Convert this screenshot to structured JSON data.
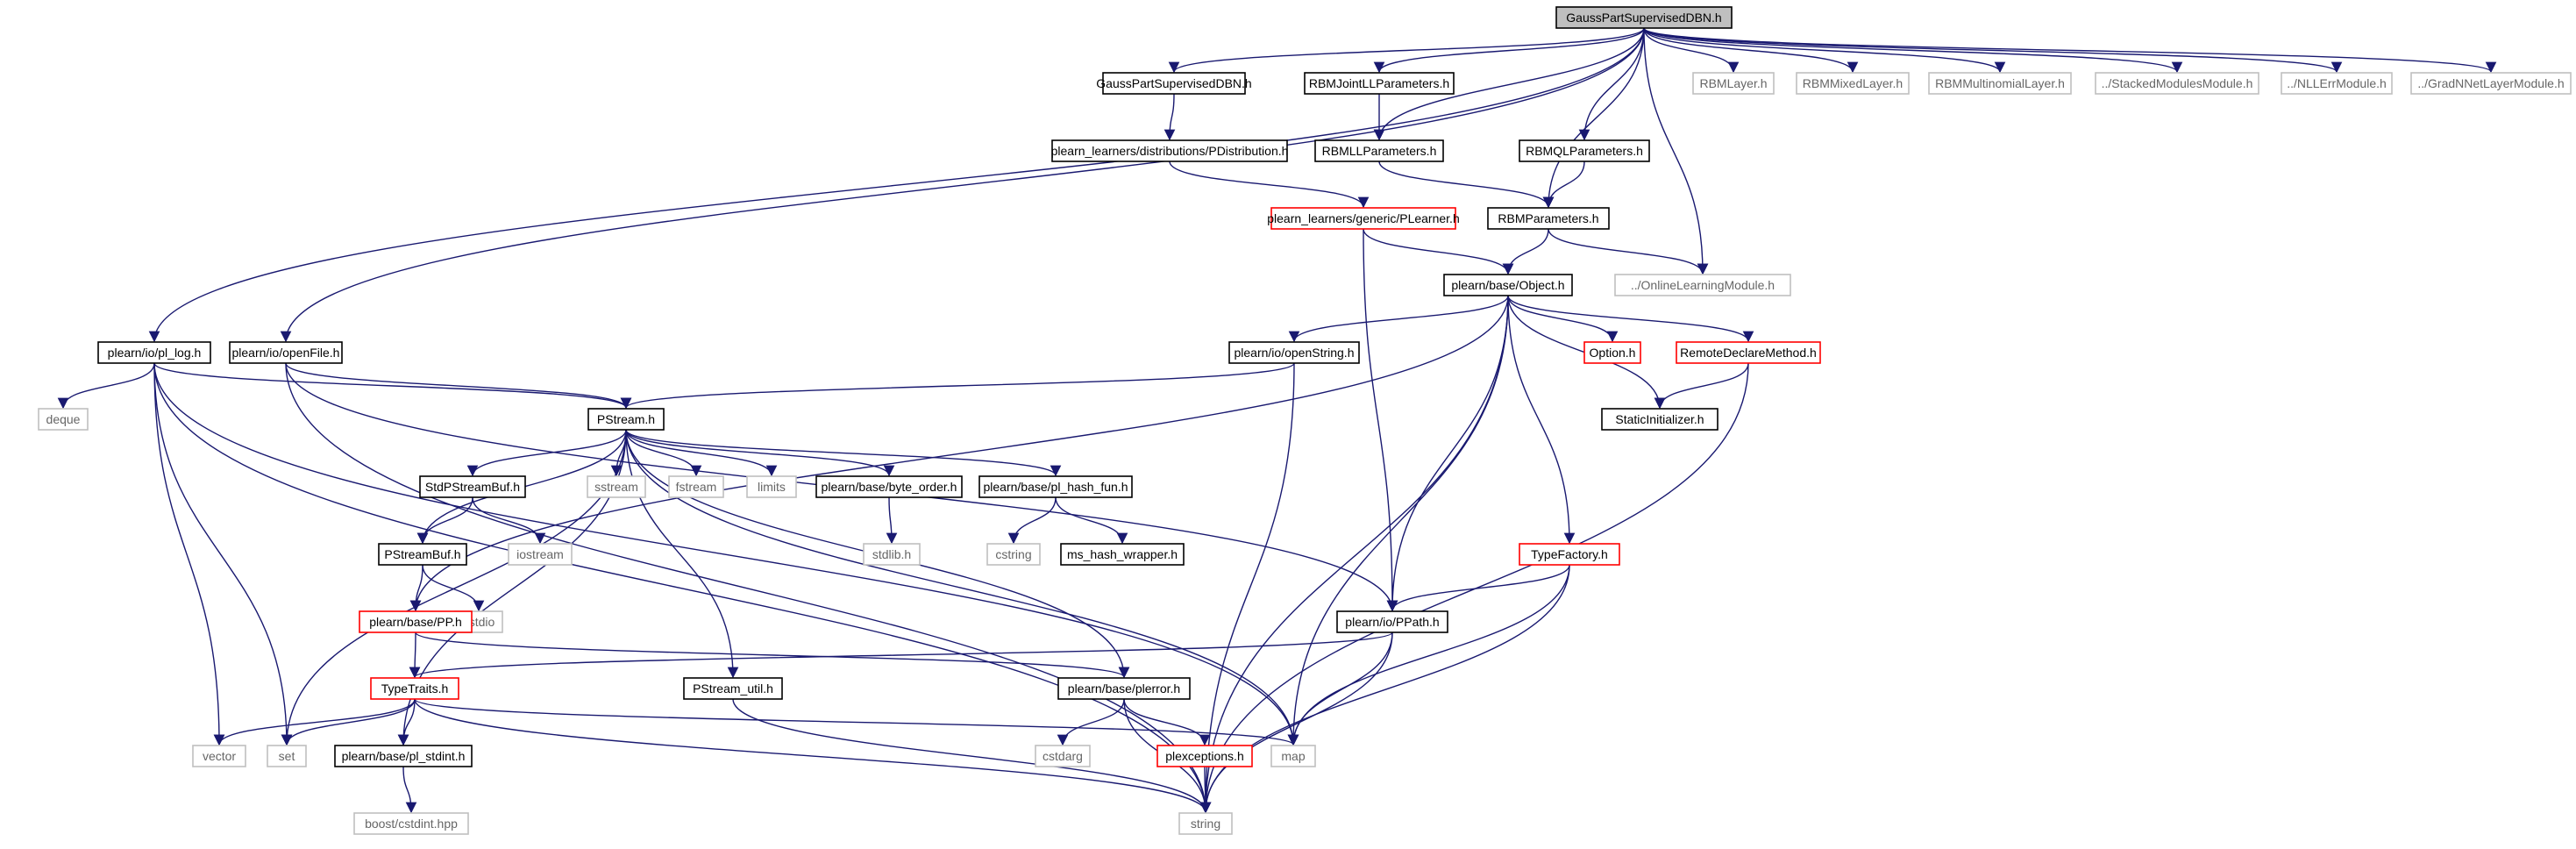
{
  "graph": {
    "nodes": [
      {
        "id": "root",
        "label": "GaussPartSupervisedDBN.h"
      },
      {
        "id": "GaussPartSupervisedDBN_h",
        "label": "GaussPartSupervisedDBN.h"
      },
      {
        "id": "RBMJointLLParameters_h",
        "label": "RBMJointLLParameters.h"
      },
      {
        "id": "RBMLayer_h",
        "label": "RBMLayer.h"
      },
      {
        "id": "RBMMixedLayer_h",
        "label": "RBMMixedLayer.h"
      },
      {
        "id": "RBMMultinomialLayer_h",
        "label": "RBMMultinomialLayer.h"
      },
      {
        "id": "StackedModulesModule_h",
        "label": "../StackedModulesModule.h"
      },
      {
        "id": "NLLErrModule_h",
        "label": "../NLLErrModule.h"
      },
      {
        "id": "GradNNetLayerModule_h",
        "label": "../GradNNetLayerModule.h"
      },
      {
        "id": "PDistribution_h",
        "label": "plearn_learners/distributions/PDistribution.h"
      },
      {
        "id": "RBMLLParameters_h",
        "label": "RBMLLParameters.h"
      },
      {
        "id": "RBMQLParameters_h",
        "label": "RBMQLParameters.h"
      },
      {
        "id": "PLearner_h",
        "label": "plearn_learners/generic/PLearner.h"
      },
      {
        "id": "RBMParameters_h",
        "label": "RBMParameters.h"
      },
      {
        "id": "OnlineLearningModule_h",
        "label": "../OnlineLearningModule.h"
      },
      {
        "id": "Object_h",
        "label": "plearn/base/Object.h"
      },
      {
        "id": "pl_log_h",
        "label": "plearn/io/pl_log.h"
      },
      {
        "id": "openFile_h",
        "label": "plearn/io/openFile.h"
      },
      {
        "id": "openString_h",
        "label": "plearn/io/openString.h"
      },
      {
        "id": "Option_h",
        "label": "Option.h"
      },
      {
        "id": "RemoteDeclareMethod_h",
        "label": "RemoteDeclareMethod.h"
      },
      {
        "id": "deque",
        "label": "deque"
      },
      {
        "id": "PStream_h",
        "label": "PStream.h"
      },
      {
        "id": "StaticInitializer_h",
        "label": "StaticInitializer.h"
      },
      {
        "id": "StdPStreamBuf_h",
        "label": "StdPStreamBuf.h"
      },
      {
        "id": "sstream",
        "label": "sstream"
      },
      {
        "id": "fstream",
        "label": "fstream"
      },
      {
        "id": "limits",
        "label": "limits"
      },
      {
        "id": "byte_order_h",
        "label": "plearn/base/byte_order.h"
      },
      {
        "id": "pl_hash_fun_h",
        "label": "plearn/base/pl_hash_fun.h"
      },
      {
        "id": "iostream",
        "label": "iostream"
      },
      {
        "id": "stdlib_h",
        "label": "stdlib.h"
      },
      {
        "id": "cstring",
        "label": "cstring"
      },
      {
        "id": "ms_hash_wrapper_h",
        "label": "ms_hash_wrapper.h"
      },
      {
        "id": "PStreamBuf_h",
        "label": "PStreamBuf.h"
      },
      {
        "id": "TypeFactory_h",
        "label": "TypeFactory.h"
      },
      {
        "id": "cstdio",
        "label": "cstdio"
      },
      {
        "id": "PP_h",
        "label": "plearn/base/PP.h"
      },
      {
        "id": "PPath_h",
        "label": "plearn/io/PPath.h"
      },
      {
        "id": "TypeTraits_h",
        "label": "TypeTraits.h"
      },
      {
        "id": "PStream_util_h",
        "label": "PStream_util.h"
      },
      {
        "id": "plerror_h",
        "label": "plearn/base/plerror.h"
      },
      {
        "id": "vector",
        "label": "vector"
      },
      {
        "id": "set",
        "label": "set"
      },
      {
        "id": "pl_stdint_h",
        "label": "plearn/base/pl_stdint.h"
      },
      {
        "id": "cstdarg",
        "label": "cstdarg"
      },
      {
        "id": "plexceptions_h",
        "label": "plexceptions.h"
      },
      {
        "id": "map",
        "label": "map"
      },
      {
        "id": "cstdint_hpp",
        "label": "boost/cstdint.hpp"
      },
      {
        "id": "string",
        "label": "string"
      }
    ],
    "edges": [
      [
        "root",
        "GaussPartSupervisedDBN_h"
      ],
      [
        "root",
        "RBMJointLLParameters_h"
      ],
      [
        "root",
        "RBMLayer_h"
      ],
      [
        "root",
        "RBMMixedLayer_h"
      ],
      [
        "root",
        "RBMMultinomialLayer_h"
      ],
      [
        "root",
        "StackedModulesModule_h"
      ],
      [
        "root",
        "NLLErrModule_h"
      ],
      [
        "root",
        "GradNNetLayerModule_h"
      ],
      [
        "root",
        "RBMLLParameters_h"
      ],
      [
        "root",
        "RBMQLParameters_h"
      ],
      [
        "root",
        "RBMParameters_h"
      ],
      [
        "root",
        "OnlineLearningModule_h"
      ],
      [
        "root",
        "pl_log_h"
      ],
      [
        "root",
        "openFile_h"
      ],
      [
        "GaussPartSupervisedDBN_h",
        "PDistribution_h"
      ],
      [
        "RBMJointLLParameters_h",
        "RBMLLParameters_h"
      ],
      [
        "PDistribution_h",
        "PLearner_h"
      ],
      [
        "RBMLLParameters_h",
        "RBMParameters_h"
      ],
      [
        "RBMQLParameters_h",
        "RBMParameters_h"
      ],
      [
        "PLearner_h",
        "Object_h"
      ],
      [
        "PLearner_h",
        "PPath_h"
      ],
      [
        "RBMParameters_h",
        "Object_h"
      ],
      [
        "RBMParameters_h",
        "OnlineLearningModule_h"
      ],
      [
        "Object_h",
        "openString_h"
      ],
      [
        "Object_h",
        "Option_h"
      ],
      [
        "Object_h",
        "RemoteDeclareMethod_h"
      ],
      [
        "Object_h",
        "StaticInitializer_h"
      ],
      [
        "Object_h",
        "TypeFactory_h"
      ],
      [
        "Object_h",
        "PPath_h"
      ],
      [
        "Object_h",
        "map"
      ],
      [
        "Object_h",
        "PP_h"
      ],
      [
        "Object_h",
        "string"
      ],
      [
        "RemoteDeclareMethod_h",
        "StaticInitializer_h"
      ],
      [
        "RemoteDeclareMethod_h",
        "string"
      ],
      [
        "pl_log_h",
        "deque"
      ],
      [
        "pl_log_h",
        "PStream_h"
      ],
      [
        "pl_log_h",
        "vector"
      ],
      [
        "pl_log_h",
        "set"
      ],
      [
        "pl_log_h",
        "map"
      ],
      [
        "pl_log_h",
        "string"
      ],
      [
        "openFile_h",
        "PStream_h"
      ],
      [
        "openFile_h",
        "PPath_h"
      ],
      [
        "openFile_h",
        "string"
      ],
      [
        "openString_h",
        "PStream_h"
      ],
      [
        "openString_h",
        "string"
      ],
      [
        "PStream_h",
        "StdPStreamBuf_h"
      ],
      [
        "PStream_h",
        "sstream"
      ],
      [
        "PStream_h",
        "fstream"
      ],
      [
        "PStream_h",
        "limits"
      ],
      [
        "PStream_h",
        "byte_order_h"
      ],
      [
        "PStream_h",
        "pl_hash_fun_h"
      ],
      [
        "PStream_h",
        "PStreamBuf_h"
      ],
      [
        "PStream_h",
        "PStream_util_h"
      ],
      [
        "PStream_h",
        "plerror_h"
      ],
      [
        "PStream_h",
        "set"
      ],
      [
        "PStream_h",
        "pl_stdint_h"
      ],
      [
        "PStream_h",
        "map"
      ],
      [
        "StdPStreamBuf_h",
        "PStreamBuf_h"
      ],
      [
        "StdPStreamBuf_h",
        "iostream"
      ],
      [
        "byte_order_h",
        "stdlib_h"
      ],
      [
        "pl_hash_fun_h",
        "cstring"
      ],
      [
        "pl_hash_fun_h",
        "ms_hash_wrapper_h"
      ],
      [
        "PStreamBuf_h",
        "PP_h"
      ],
      [
        "PStreamBuf_h",
        "cstdio"
      ],
      [
        "PP_h",
        "TypeTraits_h"
      ],
      [
        "PP_h",
        "plerror_h"
      ],
      [
        "TypeFactory_h",
        "PPath_h"
      ],
      [
        "TypeFactory_h",
        "map"
      ],
      [
        "TypeFactory_h",
        "string"
      ],
      [
        "PPath_h",
        "TypeTraits_h"
      ],
      [
        "PPath_h",
        "map"
      ],
      [
        "PPath_h",
        "string"
      ],
      [
        "TypeTraits_h",
        "vector"
      ],
      [
        "TypeTraits_h",
        "set"
      ],
      [
        "TypeTraits_h",
        "pl_stdint_h"
      ],
      [
        "TypeTraits_h",
        "map"
      ],
      [
        "TypeTraits_h",
        "string"
      ],
      [
        "PStream_util_h",
        "string"
      ],
      [
        "plerror_h",
        "cstdarg"
      ],
      [
        "plerror_h",
        "plexceptions_h"
      ],
      [
        "plerror_h",
        "string"
      ],
      [
        "plexceptions_h",
        "string"
      ],
      [
        "pl_stdint_h",
        "cstdint_hpp"
      ]
    ]
  },
  "colors": {
    "edge": "#191970",
    "border_documented": "#000000",
    "border_external": "#bfbfbf",
    "border_red": "#ff0000",
    "root_fill": "#bfbfbf",
    "text_documented": "#000000",
    "text_external": "#666666"
  }
}
